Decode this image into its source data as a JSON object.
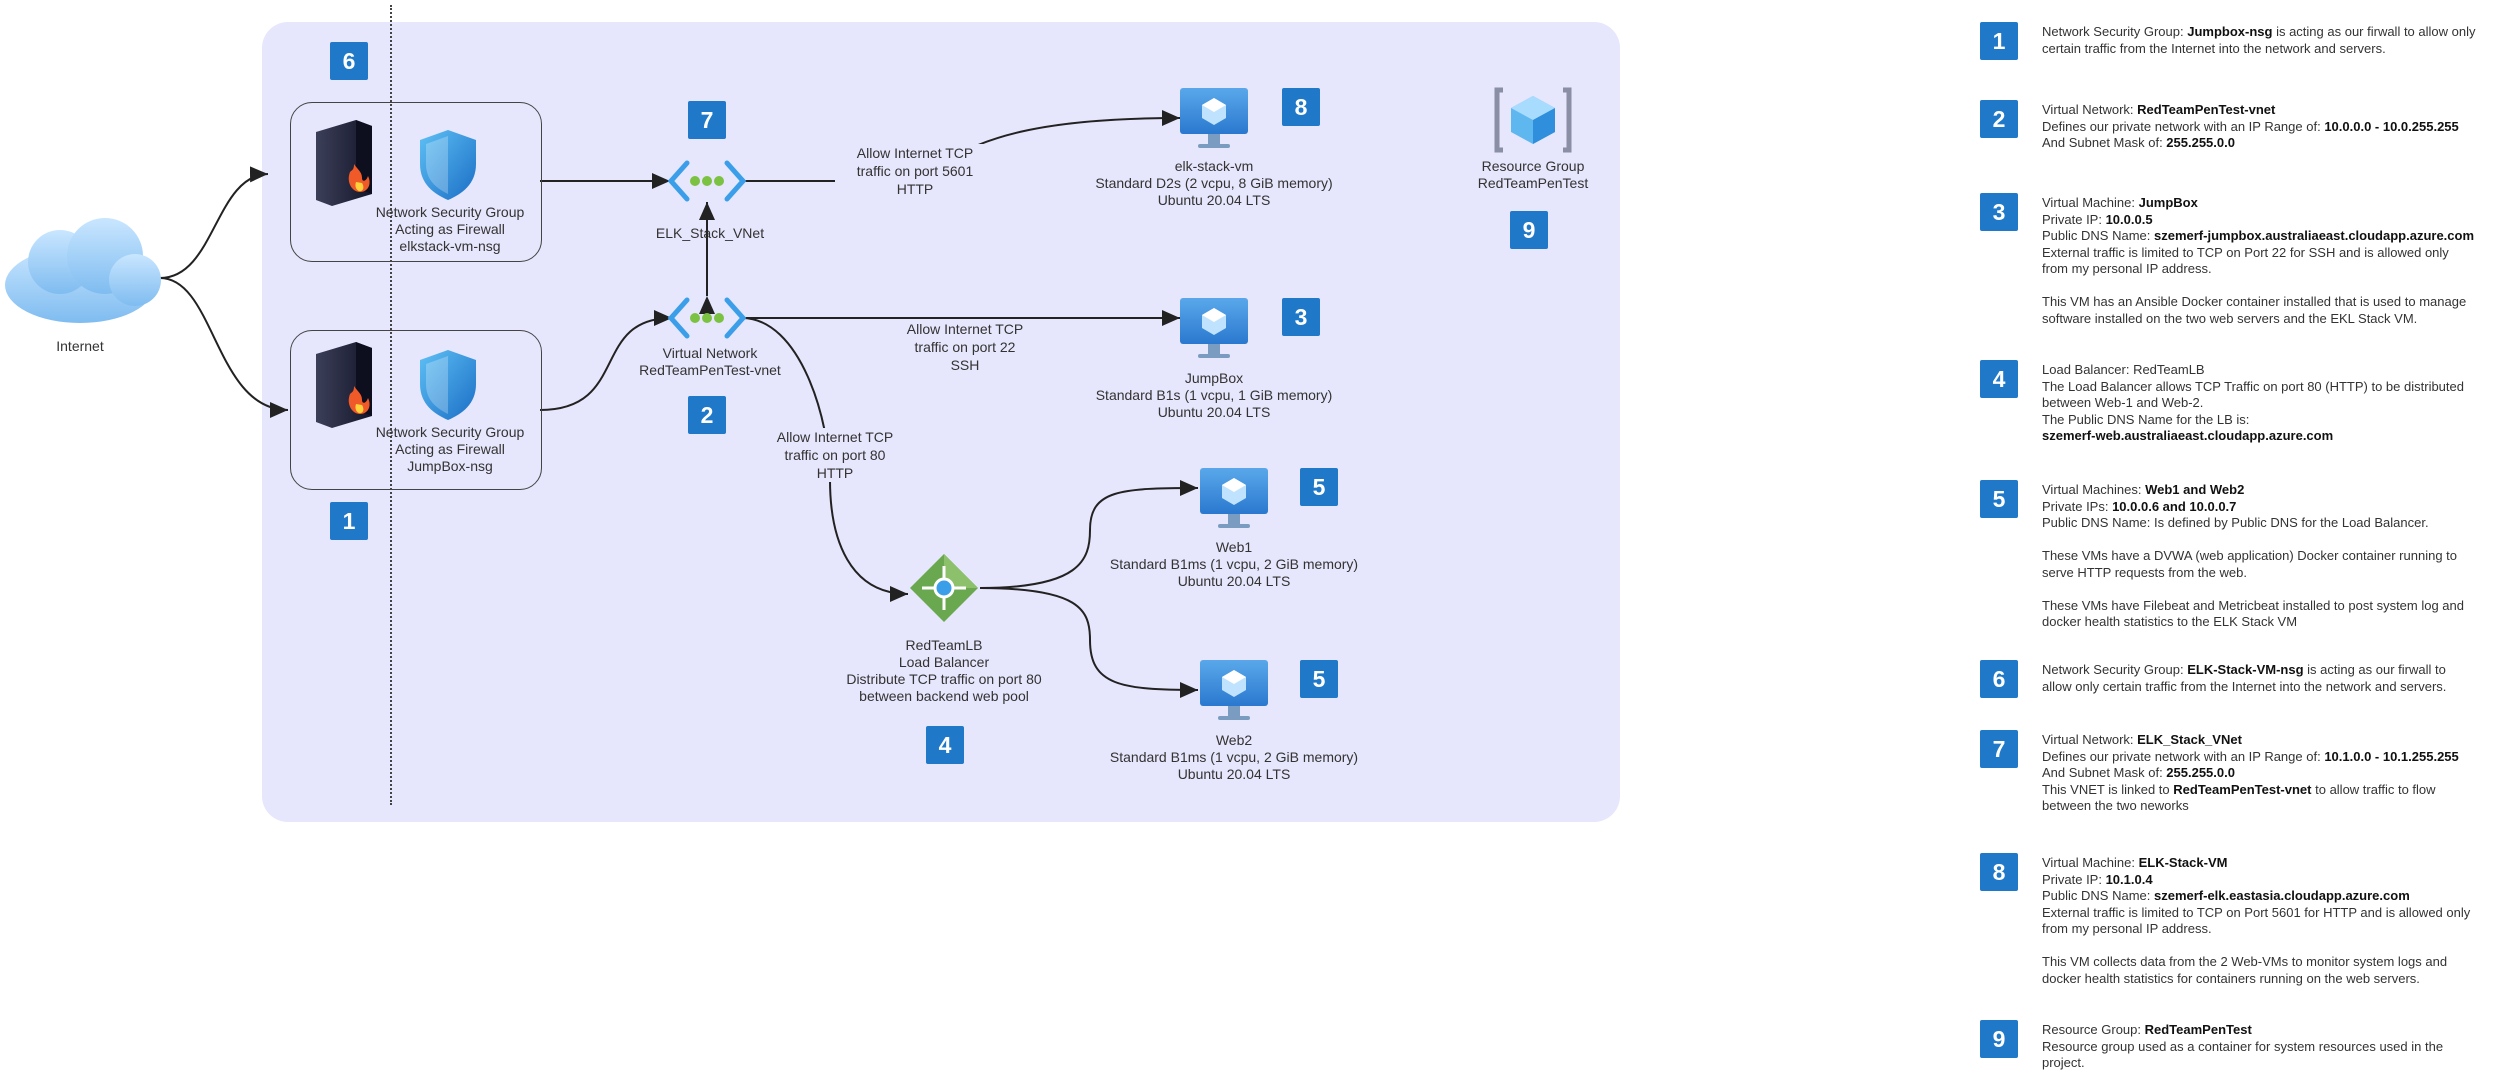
{
  "internet": {
    "label": "Internet"
  },
  "nsg_elk": {
    "label": "Network Security Group\nActing as Firewall\nelkstack-vm-nsg"
  },
  "nsg_jump": {
    "label": "Network Security Group\nActing as Firewall\nJumpBox-nsg"
  },
  "vnet_elk": {
    "label": "ELK_Stack_VNet"
  },
  "vnet_main": {
    "label": "Virtual Network\nRedTeamPenTest-vnet"
  },
  "edges": {
    "elk": "Allow Internet TCP\ntraffic on port 5601\nHTTP",
    "ssh": "Allow Internet TCP\ntraffic on port 22\nSSH",
    "http": "Allow Internet TCP\ntraffic on port 80\nHTTP"
  },
  "vm_elk": {
    "label": "elk-stack-vm\nStandard D2s (2 vcpu, 8 GiB memory)\nUbuntu 20.04 LTS"
  },
  "vm_jump": {
    "label": "JumpBox\nStandard B1s (1 vcpu, 1 GiB memory)\nUbuntu 20.04 LTS"
  },
  "vm_web1": {
    "label": "Web1\nStandard B1ms (1 vcpu, 2 GiB memory)\nUbuntu 20.04 LTS"
  },
  "vm_web2": {
    "label": "Web2\nStandard B1ms (1 vcpu, 2 GiB memory)\nUbuntu 20.04 LTS"
  },
  "lb": {
    "label": "RedTeamLB\nLoad Balancer\nDistribute TCP traffic on port 80\nbetween backend web pool"
  },
  "rg": {
    "label": "Resource Group\nRedTeamPenTest"
  },
  "badges": {
    "b1": "1",
    "b2": "2",
    "b3": "3",
    "b4": "4",
    "b5a": "5",
    "b5b": "5",
    "b6": "6",
    "b7": "7",
    "b8": "8",
    "b9": "9"
  },
  "legend": [
    {
      "num": "1",
      "lines": [
        [
          [
            "Network Security Group: ",
            false
          ],
          [
            "Jumpbox-nsg",
            true
          ],
          [
            " is acting as our firwall to allow only",
            false
          ]
        ],
        [
          [
            "certain traffic from the Internet into the network and servers.",
            false
          ]
        ]
      ]
    },
    {
      "num": "2",
      "lines": [
        [
          [
            "Virtual Network: ",
            false
          ],
          [
            "RedTeamPenTest-vnet",
            true
          ]
        ],
        [
          [
            "Defines our private network with an IP Range of: ",
            false
          ],
          [
            "10.0.0.0 - 10.0.255.255",
            true
          ]
        ],
        [
          [
            "And Subnet Mask of: ",
            false
          ],
          [
            "255.255.0.0",
            true
          ]
        ]
      ]
    },
    {
      "num": "3",
      "lines": [
        [
          [
            "Virtual Machine: ",
            false
          ],
          [
            "JumpBox",
            true
          ]
        ],
        [
          [
            "Private IP: ",
            false
          ],
          [
            "10.0.0.5",
            true
          ]
        ],
        [
          [
            "Public DNS Name: ",
            false
          ],
          [
            "szemerf-jumpbox.australiaeast.cloudapp.azure.com",
            true
          ]
        ],
        [
          [
            "External traffic is limited to TCP on Port 22 for SSH and is allowed only",
            false
          ]
        ],
        [
          [
            "from my personal IP address.",
            false
          ]
        ],
        [],
        [
          [
            "This VM has an Ansible Docker container installed that is used to manage",
            false
          ]
        ],
        [
          [
            "software installed on the two web servers and the EKL Stack VM.",
            false
          ]
        ]
      ]
    },
    {
      "num": "4",
      "lines": [
        [
          [
            "Load Balancer: RedTeamLB",
            false
          ]
        ],
        [
          [
            "The Load Balancer allows TCP Traffic on port 80 (HTTP) to be distributed",
            false
          ]
        ],
        [
          [
            "between Web-1 and Web-2.",
            false
          ]
        ],
        [
          [
            "The Public DNS Name for the LB is:",
            false
          ]
        ],
        [
          [
            "szemerf-web.australiaeast.cloudapp.azure.com",
            true
          ]
        ]
      ]
    },
    {
      "num": "5",
      "lines": [
        [
          [
            "Virtual Machines: ",
            false
          ],
          [
            "Web1 and Web2",
            true
          ]
        ],
        [
          [
            "Private IPs: ",
            false
          ],
          [
            "10.0.0.6 and 10.0.0.7",
            true
          ]
        ],
        [
          [
            "Public DNS Name: Is defined by Public DNS for the Load Balancer.",
            false
          ]
        ],
        [],
        [
          [
            "These VMs have a DVWA (web application) Docker container running to",
            false
          ]
        ],
        [
          [
            "serve HTTP requests from the web.",
            false
          ]
        ],
        [],
        [
          [
            "These VMs have Filebeat and Metricbeat installed to post system log and",
            false
          ]
        ],
        [
          [
            "docker health statistics to the ELK Stack VM",
            false
          ]
        ]
      ]
    },
    {
      "num": "6",
      "lines": [
        [
          [
            "Network Security Group: ",
            false
          ],
          [
            "ELK-Stack-VM-nsg",
            true
          ],
          [
            " is acting as our firwall to",
            false
          ]
        ],
        [
          [
            "allow only certain traffic from the Internet into the network and servers.",
            false
          ]
        ]
      ]
    },
    {
      "num": "7",
      "lines": [
        [
          [
            "Virtual Network: ",
            false
          ],
          [
            "ELK_Stack_VNet",
            true
          ]
        ],
        [
          [
            "Defines our private network with an IP Range of: ",
            false
          ],
          [
            "10.1.0.0 - 10.1.255.255",
            true
          ]
        ],
        [
          [
            "And Subnet Mask of: ",
            false
          ],
          [
            "255.255.0.0",
            true
          ]
        ],
        [
          [
            "This VNET is linked to ",
            false
          ],
          [
            "RedTeamPenTest-vnet",
            true
          ],
          [
            " to allow traffic to flow",
            false
          ]
        ],
        [
          [
            "between the two neworks",
            false
          ]
        ]
      ]
    },
    {
      "num": "8",
      "lines": [
        [
          [
            "Virtual Machine: ",
            false
          ],
          [
            "ELK-Stack-VM",
            true
          ]
        ],
        [
          [
            "Private IP: ",
            false
          ],
          [
            "10.1.0.4",
            true
          ]
        ],
        [
          [
            "Public DNS Name: ",
            false
          ],
          [
            "szemerf-elk.eastasia.cloudapp.azure.com",
            true
          ]
        ],
        [
          [
            "External traffic is limited to TCP on Port 5601 for HTTP and is allowed only",
            false
          ]
        ],
        [
          [
            "from my personal IP address.",
            false
          ]
        ],
        [],
        [
          [
            "This VM collects data from the 2 Web-VMs to monitor system logs and",
            false
          ]
        ],
        [
          [
            "docker health statistics for containers running on the web servers.",
            false
          ]
        ]
      ]
    },
    {
      "num": "9",
      "lines": [
        [
          [
            "Resource Group: ",
            false
          ],
          [
            "RedTeamPenTest",
            true
          ]
        ],
        [
          [
            "Resource group used as a container for system resources used in the",
            false
          ]
        ],
        [
          [
            "project.",
            false
          ]
        ]
      ]
    }
  ]
}
